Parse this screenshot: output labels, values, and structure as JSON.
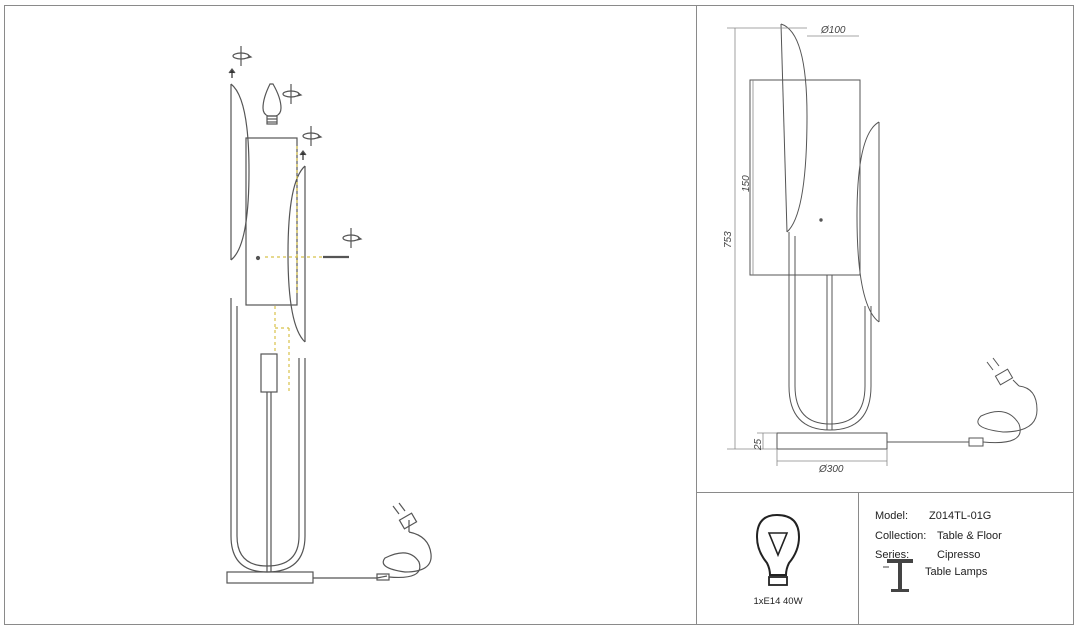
{
  "dimensions": {
    "top_diameter": "Ø100",
    "shade_height": "150",
    "total_height": "753",
    "base_height": "25",
    "base_diameter": "Ø300"
  },
  "bulb": {
    "spec": "1xE14 40W",
    "icon": "lightbulb-icon"
  },
  "info": {
    "model_label": "Model:",
    "model_value": "Z014TL-01G",
    "collection_label": "Collection:",
    "collection_value": "Table & Floor",
    "series_label": "Series:",
    "series_value": "Cipresso",
    "series_value_2": "Table Lamps",
    "series_icon": "table-lamp-icon"
  },
  "colors": {
    "line": "#555555",
    "dashed": "#d8c24a",
    "border": "#8a8a8a"
  }
}
